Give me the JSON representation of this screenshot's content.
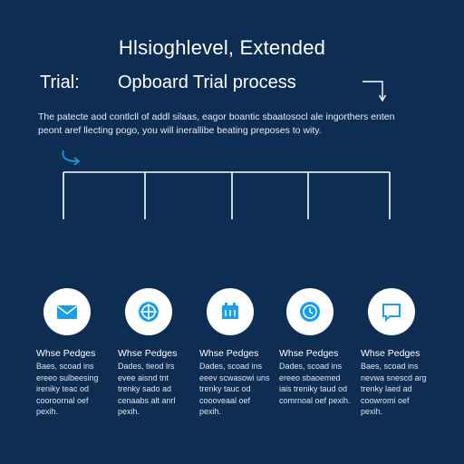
{
  "header": {
    "title": "Hlsioghlevel, Extended",
    "subtitle_prefix": "Trial:",
    "subtitle_main": "Opboard Trial process"
  },
  "description": "The patecte aod contlcll of addl silaas, eagor boantic sbaatosocl ale ingorthers enten peont aref llecting pogo, you will inerallibe beating preposes to wity.",
  "steps": [
    {
      "icon": "envelope-icon",
      "title": "Whse Pedges",
      "desc": "Baes, scoad ins ereeo sulbeesing ireniky teac od cooroornal oef pexih."
    },
    {
      "icon": "target-icon",
      "title": "Whse Pedges",
      "desc": "Dades, tieod lrs evee aisnd tnt trenky sado ad cenaabs alt anrl pexih."
    },
    {
      "icon": "document-icon",
      "title": "Whse Pedges",
      "desc": "Dades, scoad ins eeev scwasowi uns trenky tauc od coooveaal oef pexih."
    },
    {
      "icon": "clock-icon",
      "title": "Whse Pedges",
      "desc": "Dades, scoad ins ereeo sbaoemed iais treniky taud od comrnoal oef pexih."
    },
    {
      "icon": "chat-icon",
      "title": "Whse Pedges",
      "desc": "Baes, scoad ins nevwa snescd arg trenky laed ad coowromi oef pexih."
    }
  ],
  "colors": {
    "background": "#0d2d52",
    "accent": "#1a9ee8",
    "text": "#ffffff"
  }
}
